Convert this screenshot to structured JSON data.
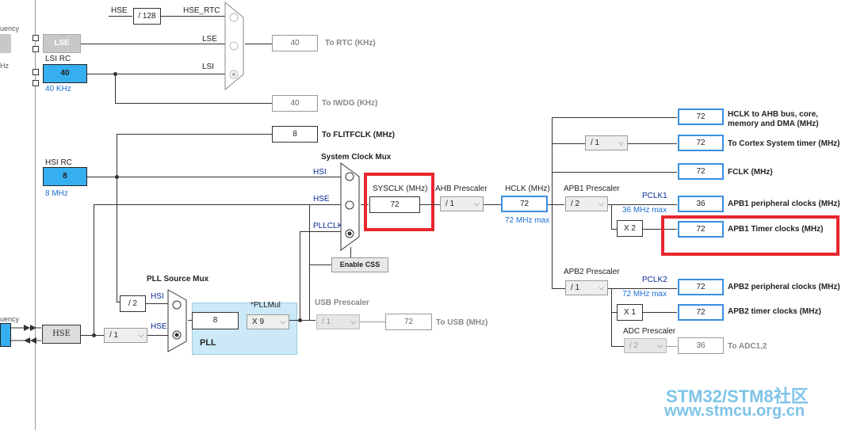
{
  "left_edge": {
    "label_top": "uency",
    "label_hz": "Hz",
    "label_bottom": "uency"
  },
  "rtc": {
    "hse_label": "HSE",
    "div128": "/ 128",
    "hse_rtc_label": "HSE_RTC",
    "lse_label": "LSE",
    "lsi_label": "LSI",
    "lse_box": "LSE",
    "rtc_value": "40",
    "rtc_dest": "To RTC (KHz)"
  },
  "lsi": {
    "title": "LSI RC",
    "value": "40",
    "freq": "40 KHz"
  },
  "iwdg": {
    "value": "40",
    "dest": "To IWDG (KHz)"
  },
  "flitf": {
    "value": "8",
    "dest": "To FLITFCLK (MHz)"
  },
  "hsi": {
    "title": "HSI RC",
    "value": "8",
    "freq": "8 MHz"
  },
  "sysmux": {
    "title": "System Clock Mux",
    "hsi": "HSI",
    "hse": "HSE",
    "pllclk": "PLLCLK",
    "enable_css": "Enable CSS"
  },
  "sysclk": {
    "label": "SYSCLK (MHz)",
    "value": "72"
  },
  "ahb": {
    "label": "AHB Prescaler",
    "value": "/ 1"
  },
  "hclk": {
    "label": "HCLK (MHz)",
    "value": "72",
    "max": "72 MHz max"
  },
  "apb1": {
    "label": "APB1 Prescaler",
    "value": "/ 2",
    "pclk": "PCLK1",
    "pclk_max": "36 MHz max",
    "x2": "X 2"
  },
  "apb2": {
    "label": "APB2 Prescaler",
    "value": "/ 1",
    "pclk": "PCLK2",
    "pclk_max": "72 MHz max",
    "x1": "X 1"
  },
  "adc": {
    "label": "ADC Prescaler",
    "value": "/ 2",
    "out": "36",
    "dest": "To ADC1,2"
  },
  "cortex": {
    "value": "/ 1"
  },
  "outputs": [
    {
      "value": "72",
      "label": "HCLK to AHB bus, core,",
      "label2": "memory and DMA (MHz)"
    },
    {
      "value": "72",
      "label": "To Cortex System timer (MHz)"
    },
    {
      "value": "72",
      "label": "FCLK (MHz)"
    },
    {
      "value": "36",
      "label": "APB1 peripheral clocks (MHz)"
    },
    {
      "value": "72",
      "label": "APB1 Timer clocks (MHz)"
    },
    {
      "value": "72",
      "label": "APB2 peripheral clocks (MHz)"
    },
    {
      "value": "72",
      "label": "APB2 timer clocks (MHz)"
    }
  ],
  "pll_src": {
    "title": "PLL Source Mux",
    "div2": "/ 2",
    "hsi": "HSI",
    "hse": "HSE"
  },
  "pll": {
    "input": "8",
    "mul_label": "*PLLMul",
    "mul": "X 9",
    "name": "PLL"
  },
  "hse": {
    "box": "HSE",
    "div": "/ 1"
  },
  "usb": {
    "label": "USB Prescaler",
    "value": "/ 1",
    "out": "72",
    "dest": "To USB (MHz)"
  },
  "watermark": {
    "line1": "STM32/STM8社区",
    "line2": "www.stmcu.org.cn"
  },
  "colors": {
    "highlight": "#e8262e",
    "blue_border": "#3a8fe0",
    "fill_blue": "#35aff0",
    "pll_bg": "#cbe9f7"
  }
}
